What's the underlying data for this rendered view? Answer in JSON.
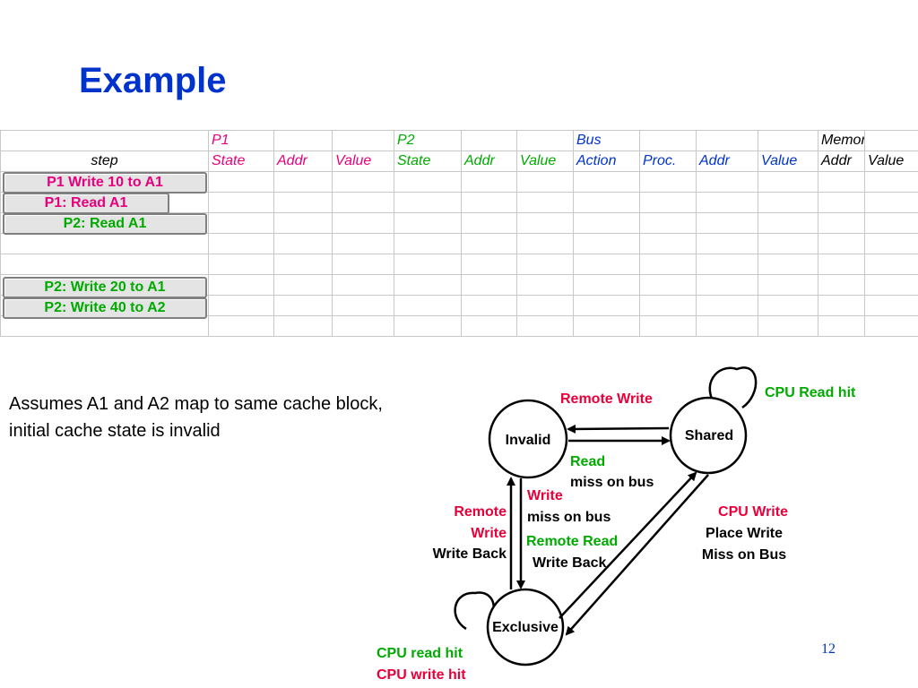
{
  "title": "Example",
  "table": {
    "group_headers": [
      "",
      "P1",
      "",
      "",
      "P2",
      "",
      "",
      "Bus",
      "",
      "",
      "",
      "Memory",
      ""
    ],
    "column_headers": [
      "step",
      "State",
      "Addr",
      "Value",
      "State",
      "Addr",
      "Value",
      "Action",
      "Proc.",
      "Addr",
      "Value",
      "Addr",
      "Value"
    ],
    "steps": [
      "P1 Write 10 to A1",
      "P1: Read A1",
      "P2: Read A1",
      "",
      "",
      "P2: Write 20 to A1",
      "P2: Write 40 to A2",
      ""
    ]
  },
  "note": {
    "line1": "Assumes A1 and A2 map to same cache block,",
    "line2": "initial cache state is invalid"
  },
  "diagram": {
    "states": {
      "invalid": "Invalid",
      "shared": "Shared",
      "exclusive": "Exclusive"
    },
    "labels": {
      "cpu_read_hit_shared": "CPU Read hit",
      "remote_write_top": "Remote Write",
      "read_miss_1": "Read",
      "read_miss_2": "miss on bus",
      "write_miss_1": "Write",
      "write_miss_2": "miss on bus",
      "remote_read": "Remote Read",
      "write_back_right": "Write Back",
      "remote_write_left_1": "Remote",
      "remote_write_left_2": "Write",
      "write_back_left": "Write Back",
      "cpu_write": "CPU Write",
      "place_write": "Place Write",
      "miss_on_bus": "Miss on Bus",
      "cpu_read_hit_excl": "CPU read hit",
      "cpu_write_hit_excl": "CPU write hit"
    }
  },
  "page_number": "12",
  "colors": {
    "title": "#0033cc",
    "pink": "#e6007e",
    "green": "#00aa00",
    "red": "#e8003a"
  }
}
